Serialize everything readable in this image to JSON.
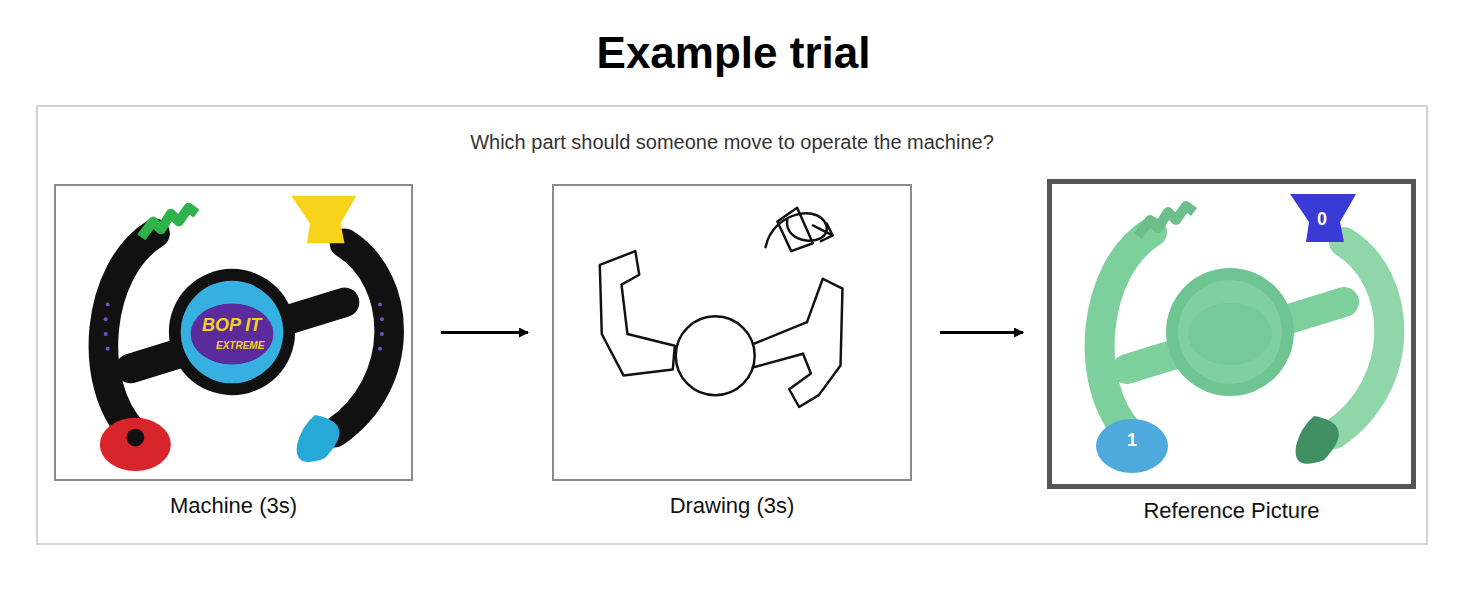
{
  "diagram": {
    "title": "Example trial",
    "nodes": [
      {
        "text": [
          "Which part should someone move to operate the machine?"
        ]
      },
      {
        "text": [
          "Machine (3s)"
        ],
        "in": 0
      },
      {
        "text": [
          "Drawing (3s)"
        ],
        "in": 0
      },
      {
        "text": [
          "Reference Picture"
        ],
        "in": 0
      }
    ],
    "edges": [
      {
        "from": 1,
        "to": 2,
        "arrow": "to"
      },
      {
        "from": 2,
        "to": 3,
        "arrow": "to"
      }
    ],
    "labels": [
      "BOP IT",
      "EXTREME",
      "0",
      "1"
    ]
  }
}
